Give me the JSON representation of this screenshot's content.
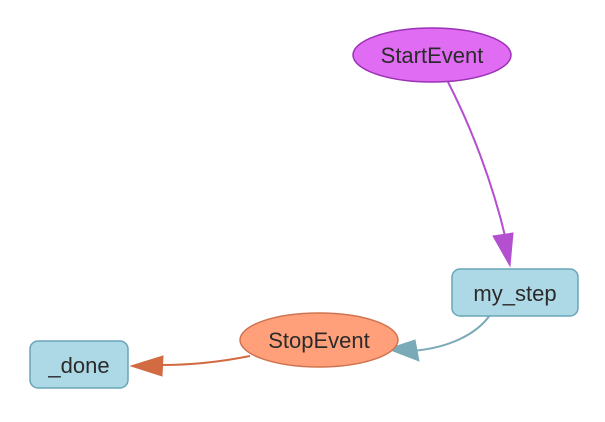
{
  "nodes": {
    "start_event": {
      "label": "StartEvent",
      "fill": "#e06cf3",
      "stroke": "#9b32b5"
    },
    "my_step": {
      "label": "my_step",
      "fill": "#add8e6",
      "stroke": "#6aa6b8"
    },
    "stop_event": {
      "label": "StopEvent",
      "fill": "#ffa07a",
      "stroke": "#d0744f"
    },
    "done": {
      "label": "_done",
      "fill": "#add8e6",
      "stroke": "#6aa6b8"
    }
  },
  "edges": [
    {
      "from": "StartEvent",
      "to": "my_step",
      "color": "#b44fd0"
    },
    {
      "from": "my_step",
      "to": "StopEvent",
      "color": "#7aaab7"
    },
    {
      "from": "StopEvent",
      "to": "_done",
      "color": "#d26a42"
    }
  ]
}
